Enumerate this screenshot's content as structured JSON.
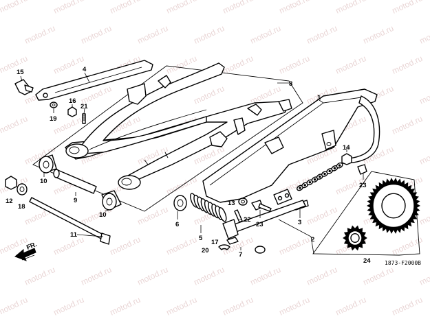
{
  "watermark": "motod.ru",
  "diagram_code": "1873-F2000B",
  "direction_label": "FR.",
  "callouts": [
    {
      "id": "c1",
      "label": "1"
    },
    {
      "id": "c2",
      "label": "2"
    },
    {
      "id": "c3",
      "label": "3"
    },
    {
      "id": "c4",
      "label": "4"
    },
    {
      "id": "c5",
      "label": "5"
    },
    {
      "id": "c6",
      "label": "6"
    },
    {
      "id": "c7",
      "label": "7"
    },
    {
      "id": "c8",
      "label": "8"
    },
    {
      "id": "c9",
      "label": "9"
    },
    {
      "id": "c10a",
      "label": "10"
    },
    {
      "id": "c10b",
      "label": "10"
    },
    {
      "id": "c11",
      "label": "11"
    },
    {
      "id": "c12",
      "label": "12"
    },
    {
      "id": "c13",
      "label": "13"
    },
    {
      "id": "c14",
      "label": "14"
    },
    {
      "id": "c15",
      "label": "15"
    },
    {
      "id": "c16",
      "label": "16"
    },
    {
      "id": "c17",
      "label": "17"
    },
    {
      "id": "c18",
      "label": "18"
    },
    {
      "id": "c19",
      "label": "19"
    },
    {
      "id": "c20",
      "label": "20"
    },
    {
      "id": "c21",
      "label": "21"
    },
    {
      "id": "c22",
      "label": "22"
    },
    {
      "id": "c23a",
      "label": "23"
    },
    {
      "id": "c23b",
      "label": "23"
    },
    {
      "id": "c24",
      "label": "24"
    }
  ]
}
